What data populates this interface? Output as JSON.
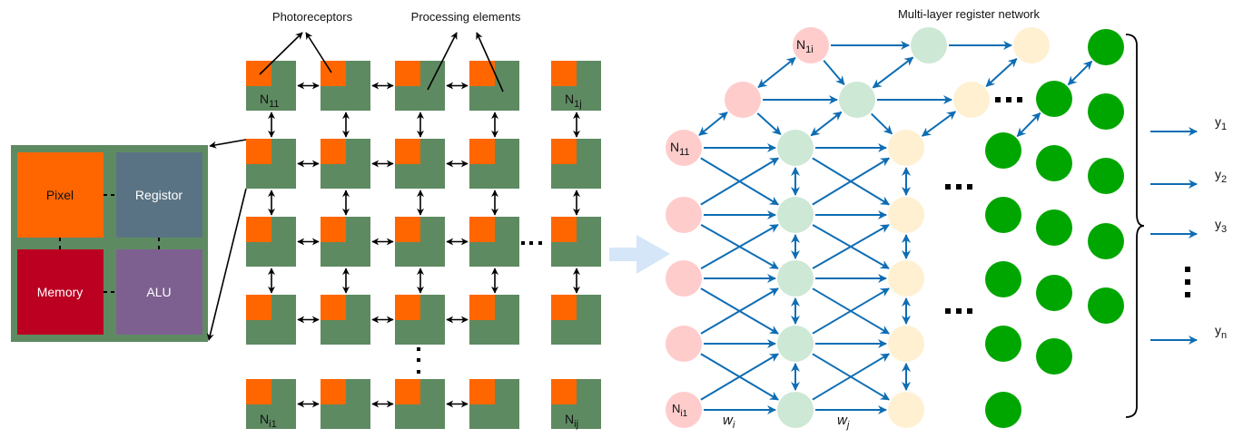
{
  "colors": {
    "pe_green": "#5e8a62",
    "photoreceptor_orange": "#ff6600",
    "register_slate": "#5a7384",
    "memory_red": "#bb0022",
    "alu_purple": "#7e6090",
    "node_pink": "#ffcccc",
    "node_light_green": "#cde8d5",
    "node_cream": "#fff0d2",
    "node_dark_green": "#00a600",
    "arrow_blue": "#0e6db3",
    "big_arrow_blue": "#d4e6f8"
  },
  "pe_detail": {
    "blocks": [
      {
        "name": "pixel",
        "label": "Pixel"
      },
      {
        "name": "registor",
        "label": "Registor"
      },
      {
        "name": "memory",
        "label": "Memory"
      },
      {
        "name": "alu",
        "label": "ALU"
      }
    ]
  },
  "pe_array": {
    "annotations": {
      "photoreceptors": "Photoreceptors",
      "processing_elements": "Processing elements"
    },
    "corner_labels": {
      "top_left": {
        "main": "N",
        "sub": "11"
      },
      "top_right": {
        "main": "N",
        "sub": "1j"
      },
      "bottom_left": {
        "main": "N",
        "sub": "i1"
      },
      "bottom_right": {
        "main": "N",
        "sub": "ij"
      }
    },
    "ellipsis_h": "...",
    "ellipsis_v": "..."
  },
  "network": {
    "title": "Multi-layer register network",
    "node_labels": {
      "n1i": {
        "main": "N",
        "sub": "1i"
      },
      "n11": {
        "main": "N",
        "sub": "11"
      },
      "ni1": {
        "main": "N",
        "sub": "i1"
      }
    },
    "weights": {
      "wi": {
        "main": "w",
        "sub": "i"
      },
      "wj": {
        "main": "w",
        "sub": "j"
      }
    }
  },
  "outputs": [
    {
      "main": "y",
      "sub": "1"
    },
    {
      "main": "y",
      "sub": "2"
    },
    {
      "main": "y",
      "sub": "3"
    },
    {
      "main": "y",
      "sub": "n"
    }
  ]
}
